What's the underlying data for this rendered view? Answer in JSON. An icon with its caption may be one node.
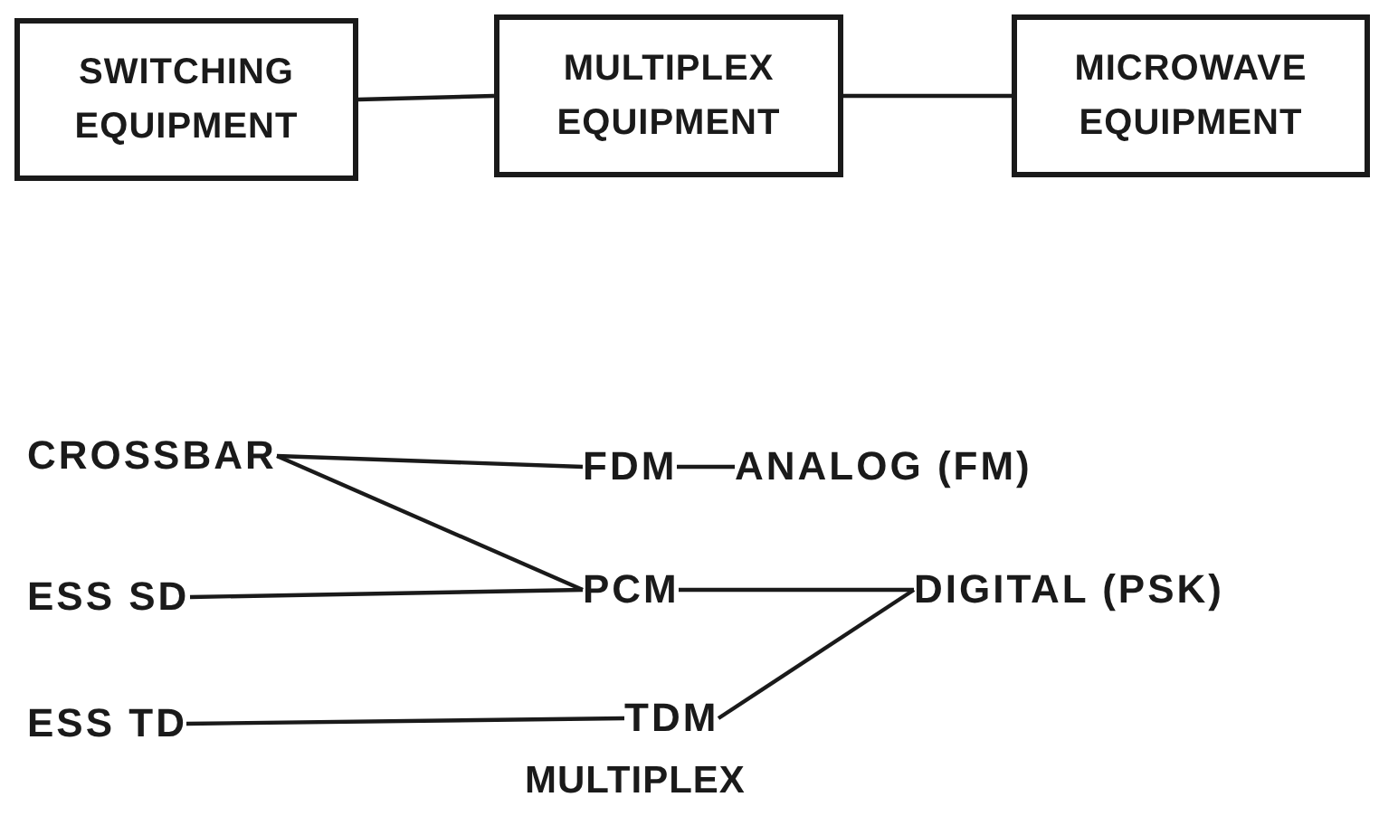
{
  "diagram": {
    "nodes": [
      {
        "text": [
          "SWITCHING EQUIPMENT"
        ]
      },
      {
        "text": [
          "MULTIPLEX EQUIPMENT"
        ]
      },
      {
        "text": [
          "MICROWAVE EQUIPMENT"
        ]
      },
      {
        "text": [
          "CROSSBAR"
        ]
      },
      {
        "text": [
          "FDM"
        ]
      },
      {
        "text": [
          "ANALOG (FM)"
        ]
      },
      {
        "text": [
          "ESS SD"
        ]
      },
      {
        "text": [
          "PCM"
        ]
      },
      {
        "text": [
          "DIGITAL (PSK)"
        ]
      },
      {
        "text": [
          "ESS TD"
        ]
      },
      {
        "text": [
          "TDM"
        ]
      }
    ],
    "edges": [
      {
        "from": 0,
        "to": 1,
        "arrow": "none"
      },
      {
        "from": 1,
        "to": 2,
        "arrow": "none"
      },
      {
        "from": 3,
        "to": 4,
        "arrow": "none"
      },
      {
        "from": 3,
        "to": 7,
        "arrow": "none"
      },
      {
        "from": 4,
        "to": 5,
        "arrow": "none"
      },
      {
        "from": 6,
        "to": 7,
        "arrow": "none"
      },
      {
        "from": 7,
        "to": 8,
        "arrow": "none"
      },
      {
        "from": 9,
        "to": 10,
        "arrow": "none"
      },
      {
        "from": 10,
        "to": 8,
        "arrow": "none"
      }
    ],
    "labels": [
      "MULTIPLEX"
    ]
  }
}
